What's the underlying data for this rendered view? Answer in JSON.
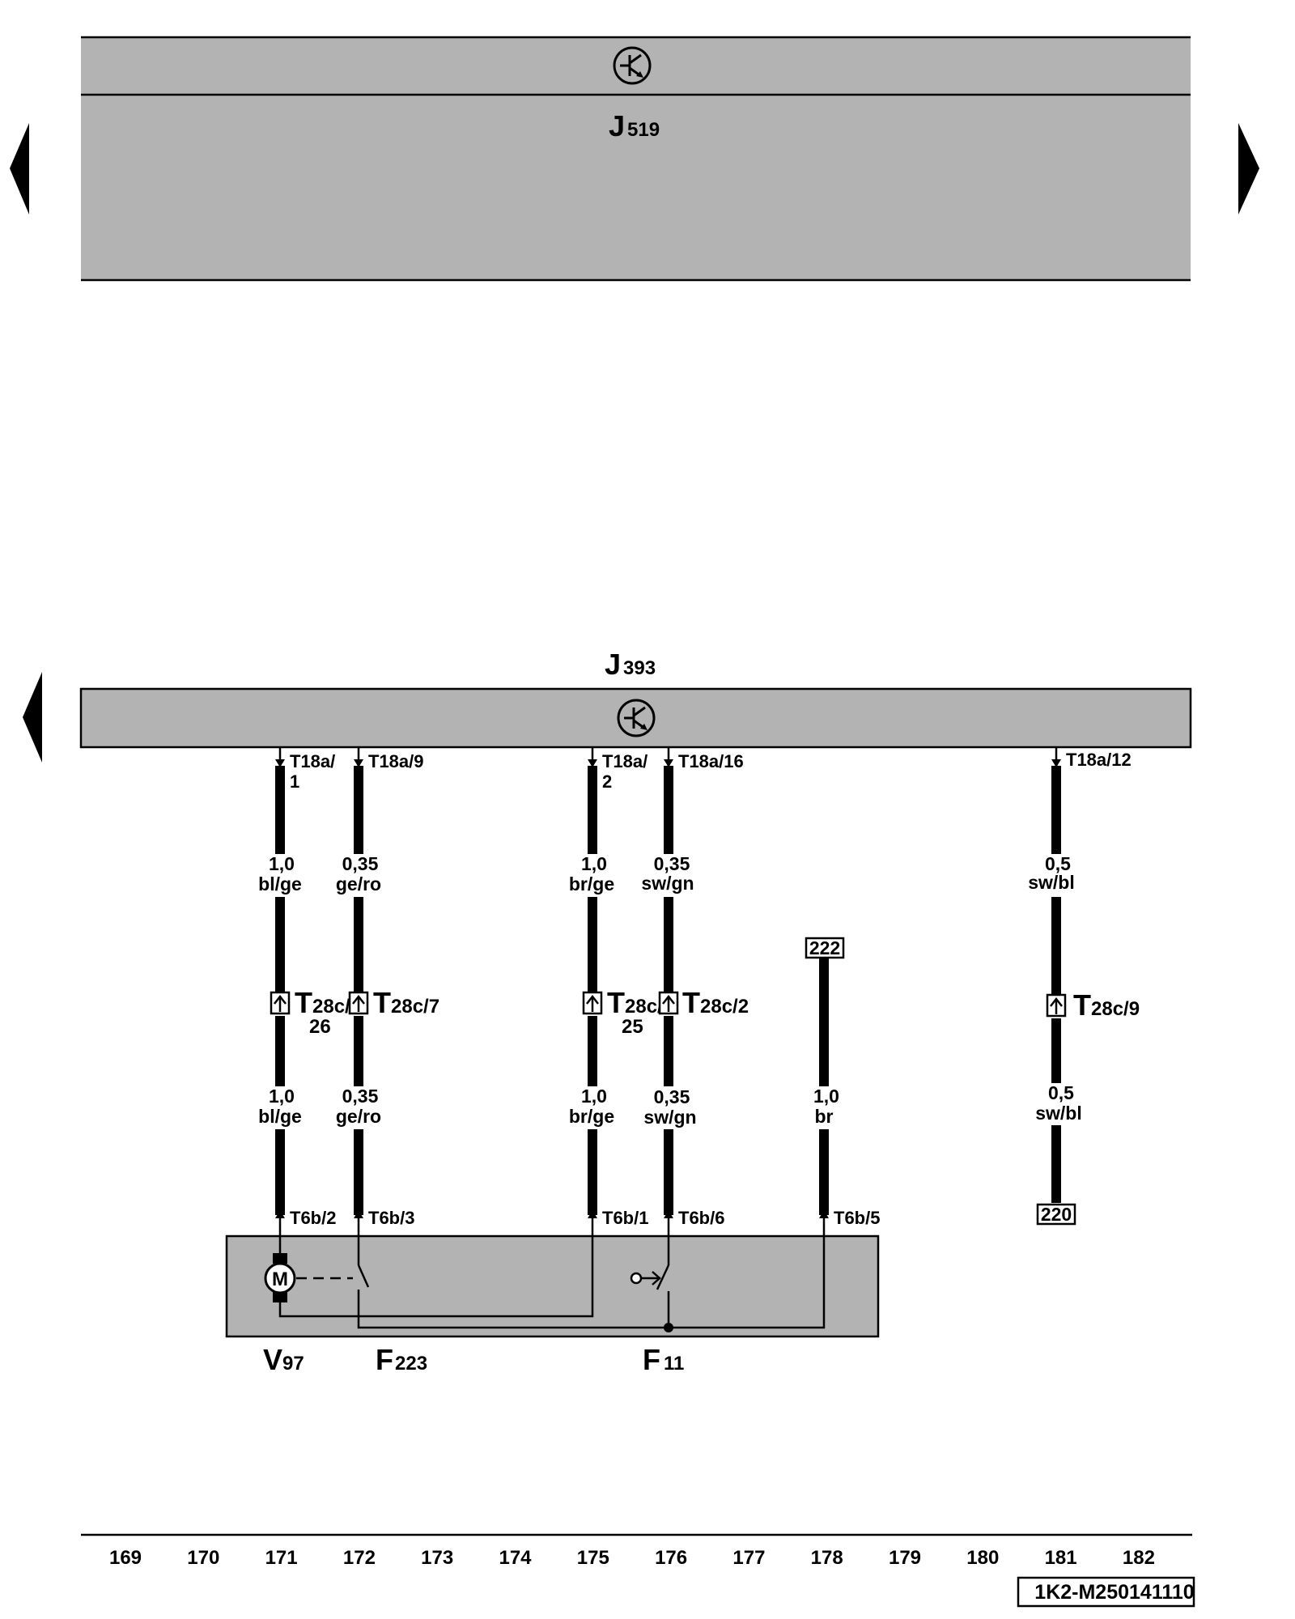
{
  "top_module": {
    "name": "J",
    "number": "519"
  },
  "bottom_module": {
    "name": "J",
    "number": "393"
  },
  "wires": [
    {
      "top_pin_a": "T18a/",
      "top_pin_b": "1",
      "upper_size": "1,0",
      "upper_color": "bl/ge",
      "connector_a": "T",
      "connector_b": "28c/",
      "connector_c": "26",
      "lower_size": "1,0",
      "lower_color": "bl/ge",
      "bottom_pin": "T6b/2"
    },
    {
      "top_pin_a": "T18a/9",
      "upper_size": "0,35",
      "upper_color": "ge/ro",
      "connector_a": "T",
      "connector_b": "28c/7",
      "lower_size": "0,35",
      "lower_color": "ge/ro",
      "bottom_pin": "T6b/3"
    },
    {
      "top_pin_a": "T18a/",
      "top_pin_b": "2",
      "upper_size": "1,0",
      "upper_color": "br/ge",
      "connector_a": "T",
      "connector_b": "28c/",
      "connector_c": "25",
      "lower_size": "1,0",
      "lower_color": "br/ge",
      "bottom_pin": "T6b/1"
    },
    {
      "top_pin_a": "T18a/16",
      "upper_size": "0,35",
      "upper_color": "sw/gn",
      "connector_a": "T",
      "connector_b": "28c/2",
      "lower_size": "0,35",
      "lower_color": "sw/gn",
      "bottom_pin": "T6b/6"
    },
    {
      "ref_top": "222",
      "lower_size": "1,0",
      "lower_color": "br",
      "bottom_pin": "T6b/5"
    },
    {
      "top_pin_a": "T18a/12",
      "upper_size": "0,5",
      "upper_color": "sw/bl",
      "connector_a": "T",
      "connector_b": "28c/9",
      "lower_size": "0,5",
      "lower_color": "sw/bl",
      "ref_bottom": "220"
    }
  ],
  "components": [
    {
      "name": "V",
      "number": "97",
      "symbol": "M"
    },
    {
      "name": "F",
      "number": "223"
    },
    {
      "name": "F",
      "number": "11"
    }
  ],
  "columns": [
    "169",
    "170",
    "171",
    "172",
    "173",
    "174",
    "175",
    "176",
    "177",
    "178",
    "179",
    "180",
    "181",
    "182"
  ],
  "diagram_code": "1K2-M250141110",
  "icons": {
    "can_bus": "can-bus-transistor-icon",
    "nav_prev": "triangle-left-icon",
    "nav_next": "triangle-right-icon"
  }
}
